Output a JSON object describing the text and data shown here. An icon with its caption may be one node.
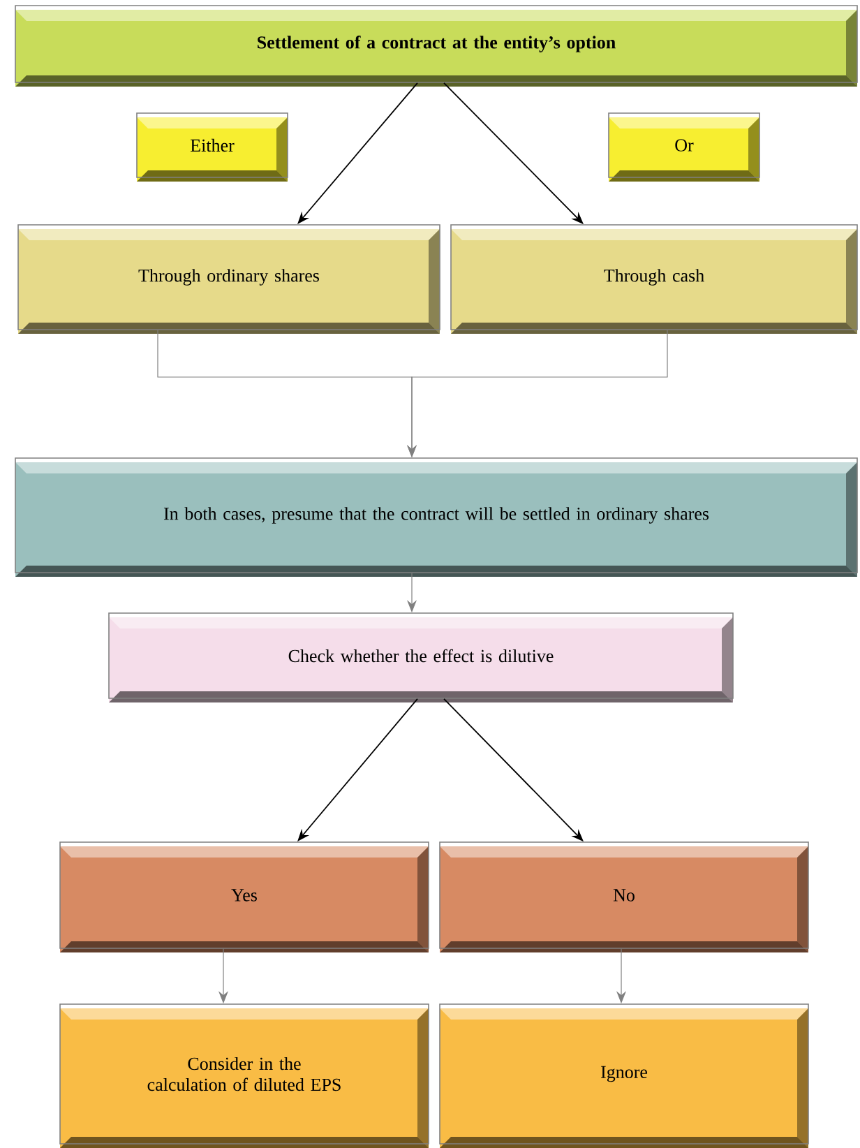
{
  "diagram": {
    "nodes": [
      {
        "text": [
          "Settlement of a contract at the entity’s option"
        ]
      },
      {
        "text": [
          "Either"
        ]
      },
      {
        "text": [
          "Or"
        ]
      },
      {
        "text": [
          "Through ordinary shares"
        ]
      },
      {
        "text": [
          "Through cash"
        ]
      },
      {
        "text": [
          "In both cases, presume that the contract will be settled in ordinary shares"
        ]
      },
      {
        "text": [
          "Check whether the effect is dilutive"
        ]
      },
      {
        "text": [
          "Yes"
        ]
      },
      {
        "text": [
          "No"
        ]
      },
      {
        "text": [
          "Consider in the calculation of diluted EPS"
        ]
      },
      {
        "text": [
          "Ignore"
        ]
      }
    ],
    "edges": [
      {
        "from": 0,
        "to": 3,
        "arrow": "to",
        "color": "#000000"
      },
      {
        "from": 0,
        "to": 4,
        "arrow": "to",
        "color": "#000000"
      },
      {
        "from": 3,
        "to": 5,
        "arrow": "to",
        "color": "#808080"
      },
      {
        "from": 4,
        "to": 5,
        "arrow": "to",
        "color": "#808080"
      },
      {
        "from": 5,
        "to": 6,
        "arrow": "to",
        "color": "#808080"
      },
      {
        "from": 6,
        "to": 7,
        "arrow": "to",
        "color": "#000000"
      },
      {
        "from": 6,
        "to": 8,
        "arrow": "to",
        "color": "#000000"
      },
      {
        "from": 7,
        "to": 9,
        "arrow": "to",
        "color": "#808080"
      },
      {
        "from": 8,
        "to": 10,
        "arrow": "to",
        "color": "#808080"
      }
    ]
  }
}
